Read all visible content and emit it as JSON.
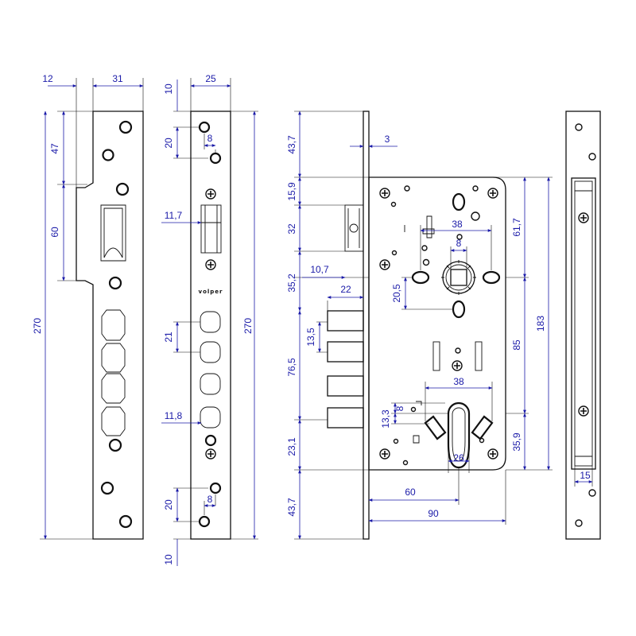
{
  "brand": "volper",
  "strike_plate": {
    "width_labels": [
      "12",
      "31"
    ],
    "height_labels": [
      "47",
      "60",
      "270"
    ]
  },
  "faceplate": {
    "width_label": "25",
    "top_labels": [
      "10",
      "20",
      "8"
    ],
    "bolt_offset": "11,7",
    "latch_offset": "21",
    "bottom_offset": "11,8",
    "bottom_labels": [
      "20",
      "8",
      "10"
    ],
    "height_label": "270"
  },
  "lock_body": {
    "left_labels": [
      "43,7",
      "15,9",
      "32",
      "35,2",
      "76,5",
      "23,1",
      "43,7"
    ],
    "faceplate_thickness": "3",
    "latch_projection": "10,7",
    "deadbolt_offset": "22",
    "bolt_pitch": "13,5",
    "handle_spacing": "38",
    "spindle_size": "8",
    "spindle_offset": "20,5",
    "right_labels": [
      "61,7",
      "85",
      "183",
      "35,9"
    ],
    "cylinder_width": "38",
    "cylinder_labels": [
      "13,3",
      "8"
    ],
    "cylinder_hole": "26",
    "backset": "60",
    "depth": "90"
  },
  "keeper": {
    "width_label": "15"
  }
}
